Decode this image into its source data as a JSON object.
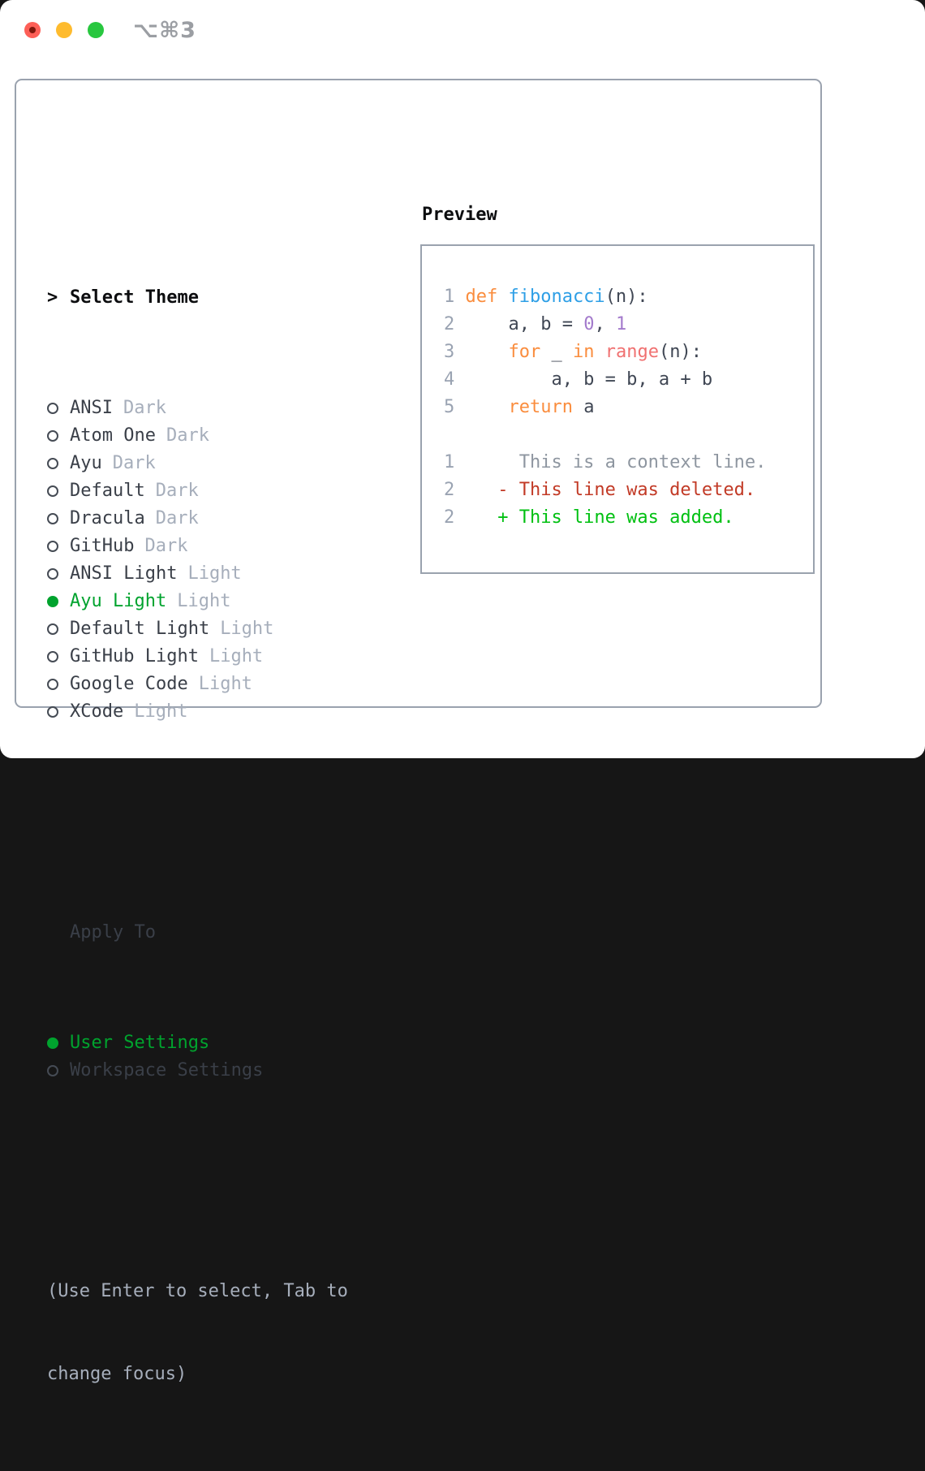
{
  "titlebar": {
    "shortcut": "⌥⌘3",
    "buttons": [
      "close",
      "minimize",
      "maximize"
    ]
  },
  "theme_panel": {
    "header_marker": ">",
    "header": "Select Theme",
    "items": [
      {
        "label": "ANSI",
        "tag": "Dark",
        "selected": false
      },
      {
        "label": "Atom One",
        "tag": "Dark",
        "selected": false
      },
      {
        "label": "Ayu",
        "tag": "Dark",
        "selected": false
      },
      {
        "label": "Default",
        "tag": "Dark",
        "selected": false
      },
      {
        "label": "Dracula",
        "tag": "Dark",
        "selected": false
      },
      {
        "label": "GitHub",
        "tag": "Dark",
        "selected": false
      },
      {
        "label": "ANSI Light",
        "tag": "Light",
        "selected": false
      },
      {
        "label": "Ayu Light",
        "tag": "Light",
        "selected": true
      },
      {
        "label": "Default Light",
        "tag": "Light",
        "selected": false
      },
      {
        "label": "GitHub Light",
        "tag": "Light",
        "selected": false
      },
      {
        "label": "Google Code",
        "tag": "Light",
        "selected": false
      },
      {
        "label": "XCode",
        "tag": "Light",
        "selected": false
      }
    ]
  },
  "apply_panel": {
    "header": "Apply To",
    "items": [
      {
        "label": "User Settings",
        "selected": true
      },
      {
        "label": "Workspace Settings",
        "selected": false
      }
    ]
  },
  "help": {
    "line1": "(Use Enter to select, Tab to",
    "line2": "change focus)"
  },
  "preview": {
    "header": "Preview",
    "lines": [
      {
        "num": "1",
        "segments": [
          {
            "t": "def ",
            "c": "keyword"
          },
          {
            "t": "fibonacci",
            "c": "function"
          },
          {
            "t": "(n):",
            "c": "code"
          }
        ]
      },
      {
        "num": "2",
        "segments": [
          {
            "t": "    a, b = ",
            "c": "code"
          },
          {
            "t": "0",
            "c": "number"
          },
          {
            "t": ", ",
            "c": "code"
          },
          {
            "t": "1",
            "c": "number"
          }
        ]
      },
      {
        "num": "3",
        "segments": [
          {
            "t": "    ",
            "c": "code"
          },
          {
            "t": "for",
            "c": "keyword"
          },
          {
            "t": " _ ",
            "c": "code"
          },
          {
            "t": "in",
            "c": "keyword"
          },
          {
            "t": " ",
            "c": "code"
          },
          {
            "t": "range",
            "c": "call"
          },
          {
            "t": "(n):",
            "c": "code"
          }
        ]
      },
      {
        "num": "4",
        "segments": [
          {
            "t": "        a, b = b, a + b",
            "c": "code"
          }
        ]
      },
      {
        "num": "5",
        "segments": [
          {
            "t": "    ",
            "c": "code"
          },
          {
            "t": "return",
            "c": "keyword"
          },
          {
            "t": " a",
            "c": "code"
          }
        ]
      },
      {
        "num": "",
        "segments": []
      },
      {
        "num": "1",
        "segments": [
          {
            "t": "     This is a context line.",
            "c": "context"
          }
        ]
      },
      {
        "num": "2",
        "segments": [
          {
            "t": "   - This line was deleted.",
            "c": "deleted"
          }
        ]
      },
      {
        "num": "2",
        "segments": [
          {
            "t": "   + This line was added.",
            "c": "added"
          }
        ]
      }
    ]
  },
  "colors": {
    "accent_green": "#00a32e",
    "diff_added_green": "#00c011",
    "diff_deleted_red": "#c23a26",
    "diff_context_gray": "#8e96a0",
    "syntax_keyword_orange": "#fa8d3e",
    "syntax_function_blue": "#2e9fe6",
    "syntax_number_purple": "#a37acc",
    "syntax_call_coral": "#f07171",
    "muted_gray": "#a6aebb",
    "border_gray": "#9aa2ae",
    "traffic_red": "#fd5f57",
    "traffic_yellow": "#febb2e",
    "traffic_green": "#28c73f"
  }
}
